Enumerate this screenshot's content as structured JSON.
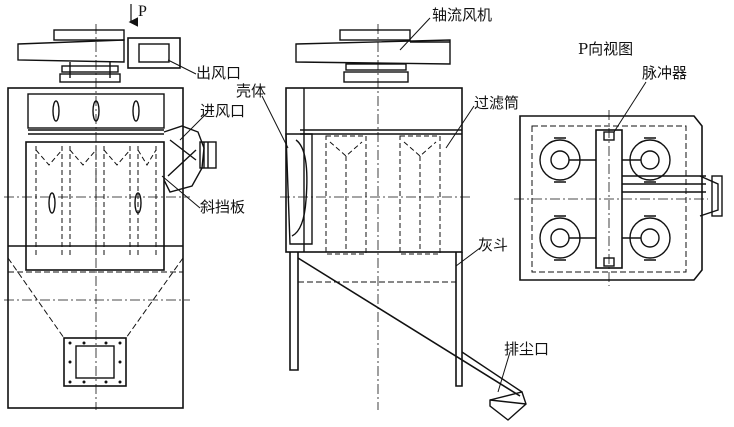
{
  "labels": {
    "p_arrow": "P",
    "air_outlet": "出风口",
    "air_inlet": "进风口",
    "baffle": "斜挡板",
    "housing": "壳体",
    "axial_fan": "轴流风机",
    "filter_cartridge": "过滤筒",
    "ash_hopper": "灰斗",
    "dust_outlet": "排尘口",
    "p_view": "P向视图",
    "pulse_unit": "脉冲器"
  },
  "style": {
    "line_color": "#111111",
    "background": "#ffffff"
  }
}
